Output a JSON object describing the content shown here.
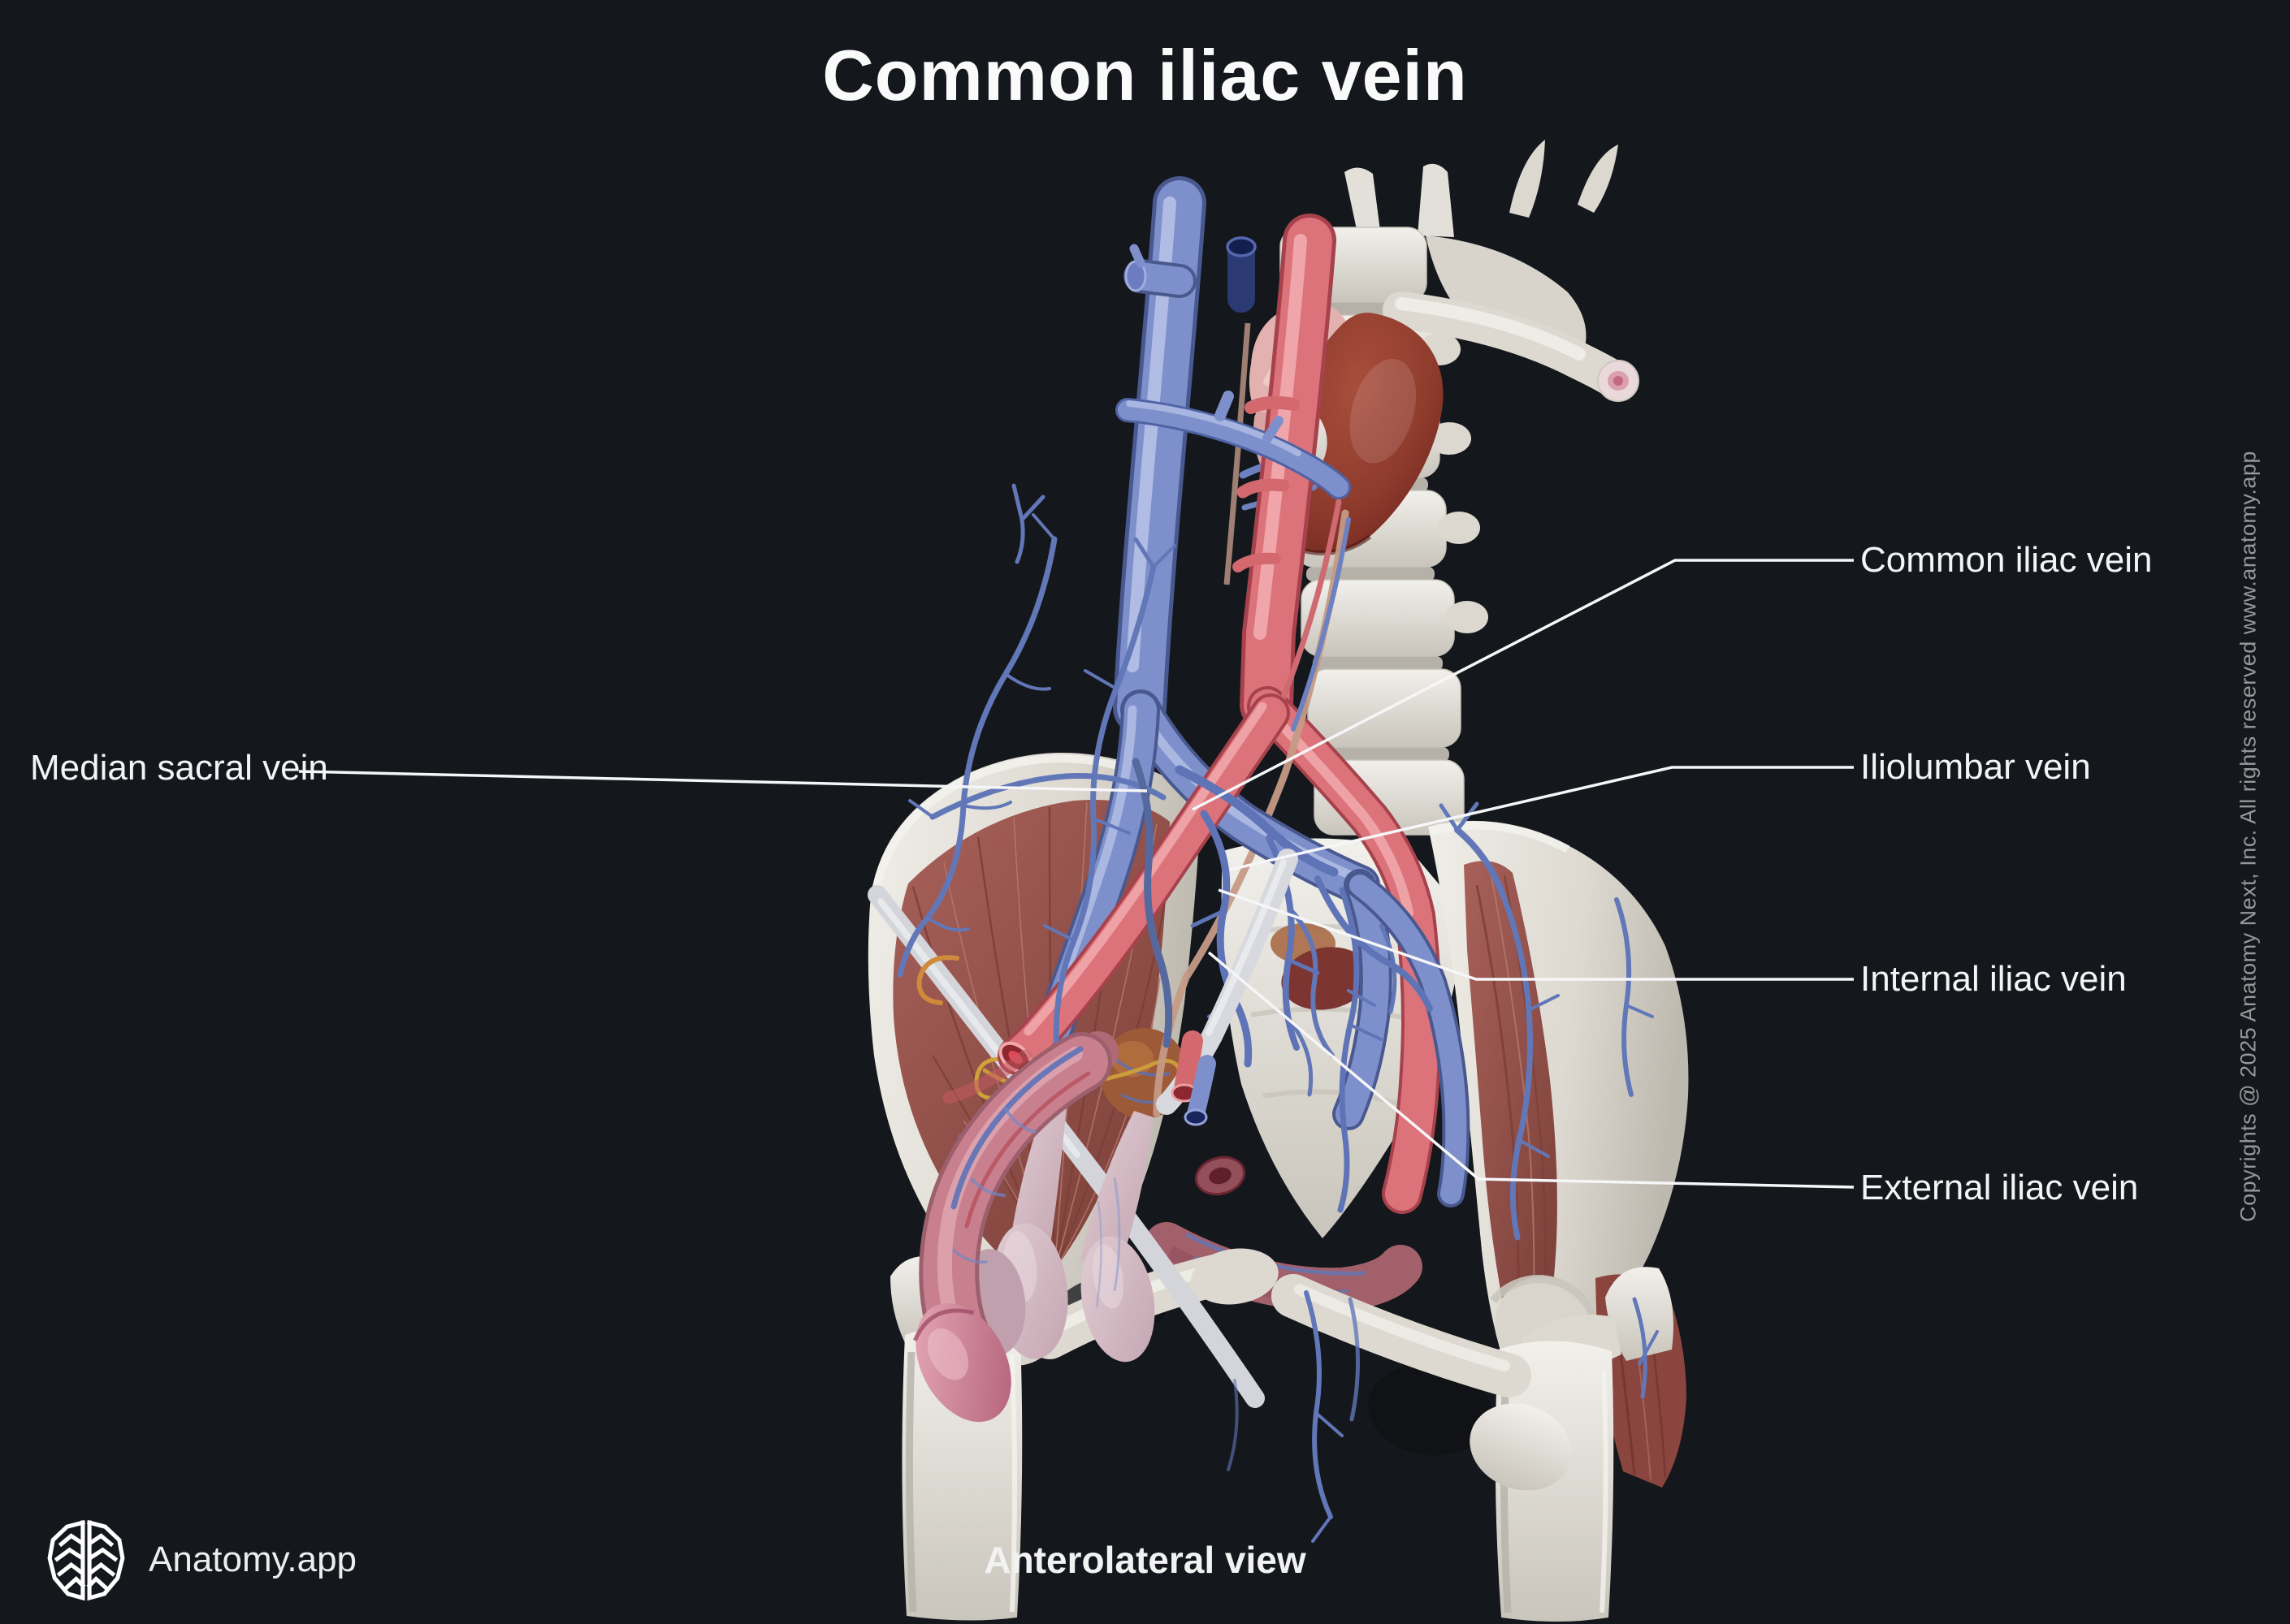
{
  "title": "Common iliac vein",
  "labels": {
    "left": [
      {
        "text": "Median sacral vein"
      }
    ],
    "right": [
      {
        "text": "Common iliac vein"
      },
      {
        "text": "Iliolumbar vein"
      },
      {
        "text": "Internal iliac vein"
      },
      {
        "text": "External iliac vein"
      }
    ]
  },
  "footer": {
    "brand": "Anatomy.app",
    "view_label": "Anterolateral view"
  },
  "copyright": "Copyrights @ 2025 Anatomy Next, Inc. All rights reserved www.anatomy.app",
  "icons": {
    "logo": "brain-logo"
  },
  "colors": {
    "background": "#14171c",
    "label_text": "#f4f4f6",
    "leader_line": "#f6f6f8",
    "copyright_text": "#98989b",
    "vein_blue": "#7e90cb",
    "artery_red": "#dd737a",
    "bone": "#e6e3dd",
    "kidney": "#7c2e26",
    "muscle": "#96544d",
    "adrenal": "#e3b2b0"
  }
}
